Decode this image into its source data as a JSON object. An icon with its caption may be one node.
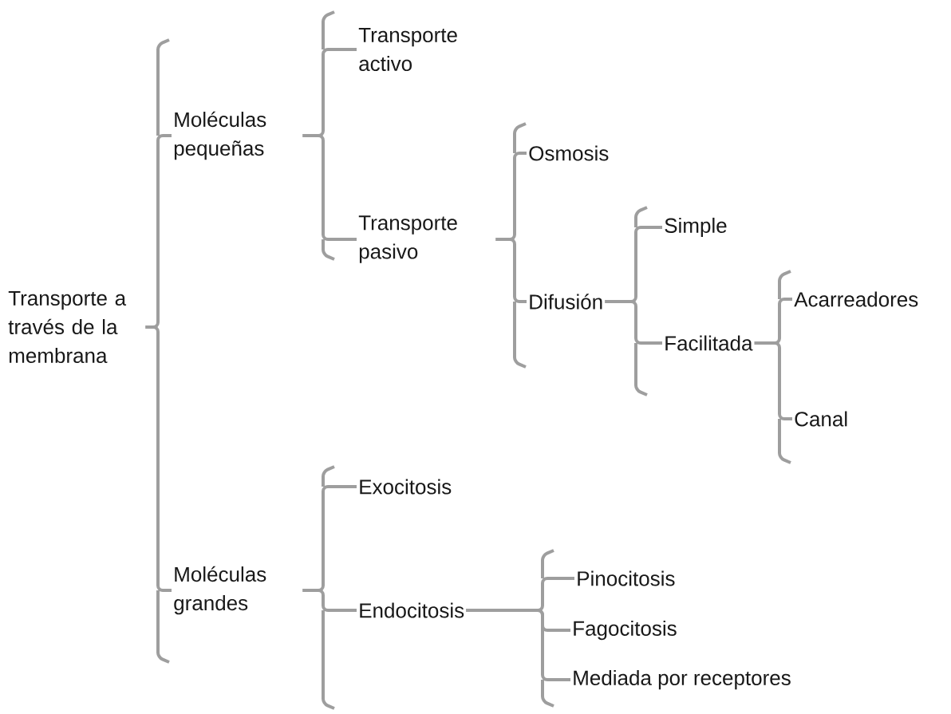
{
  "diagram": {
    "nodes": [
      {
        "text": [
          "Transporte a través de la membrana"
        ]
      },
      {
        "text": [
          "Moléculas pequeñas"
        ]
      },
      {
        "text": [
          "Moléculas grandes"
        ]
      },
      {
        "text": [
          "Transporte activo"
        ]
      },
      {
        "text": [
          "Transporte pasivo"
        ]
      },
      {
        "text": [
          "Osmosis"
        ]
      },
      {
        "text": [
          "Difusión"
        ]
      },
      {
        "text": [
          "Simple"
        ]
      },
      {
        "text": [
          "Facilitada"
        ]
      },
      {
        "text": [
          "Acarreadores"
        ]
      },
      {
        "text": [
          "Canal"
        ]
      },
      {
        "text": [
          "Exocitosis"
        ]
      },
      {
        "text": [
          "Endocitosis"
        ]
      },
      {
        "text": [
          "Pinocitosis"
        ]
      },
      {
        "text": [
          "Fagocitosis"
        ]
      },
      {
        "text": [
          "Mediada por receptores"
        ]
      }
    ],
    "edges": [
      {
        "from": 0,
        "to": 1,
        "arrow": "none"
      },
      {
        "from": 0,
        "to": 2,
        "arrow": "none"
      },
      {
        "from": 1,
        "to": 3,
        "arrow": "none"
      },
      {
        "from": 1,
        "to": 4,
        "arrow": "none"
      },
      {
        "from": 4,
        "to": 5,
        "arrow": "none"
      },
      {
        "from": 4,
        "to": 6,
        "arrow": "none"
      },
      {
        "from": 6,
        "to": 7,
        "arrow": "none"
      },
      {
        "from": 6,
        "to": 8,
        "arrow": "none"
      },
      {
        "from": 8,
        "to": 9,
        "arrow": "none"
      },
      {
        "from": 8,
        "to": 10,
        "arrow": "none"
      },
      {
        "from": 2,
        "to": 11,
        "arrow": "none"
      },
      {
        "from": 2,
        "to": 12,
        "arrow": "none"
      },
      {
        "from": 12,
        "to": 13,
        "arrow": "none"
      },
      {
        "from": 12,
        "to": 14,
        "arrow": "none"
      },
      {
        "from": 12,
        "to": 15,
        "arrow": "none"
      }
    ]
  }
}
